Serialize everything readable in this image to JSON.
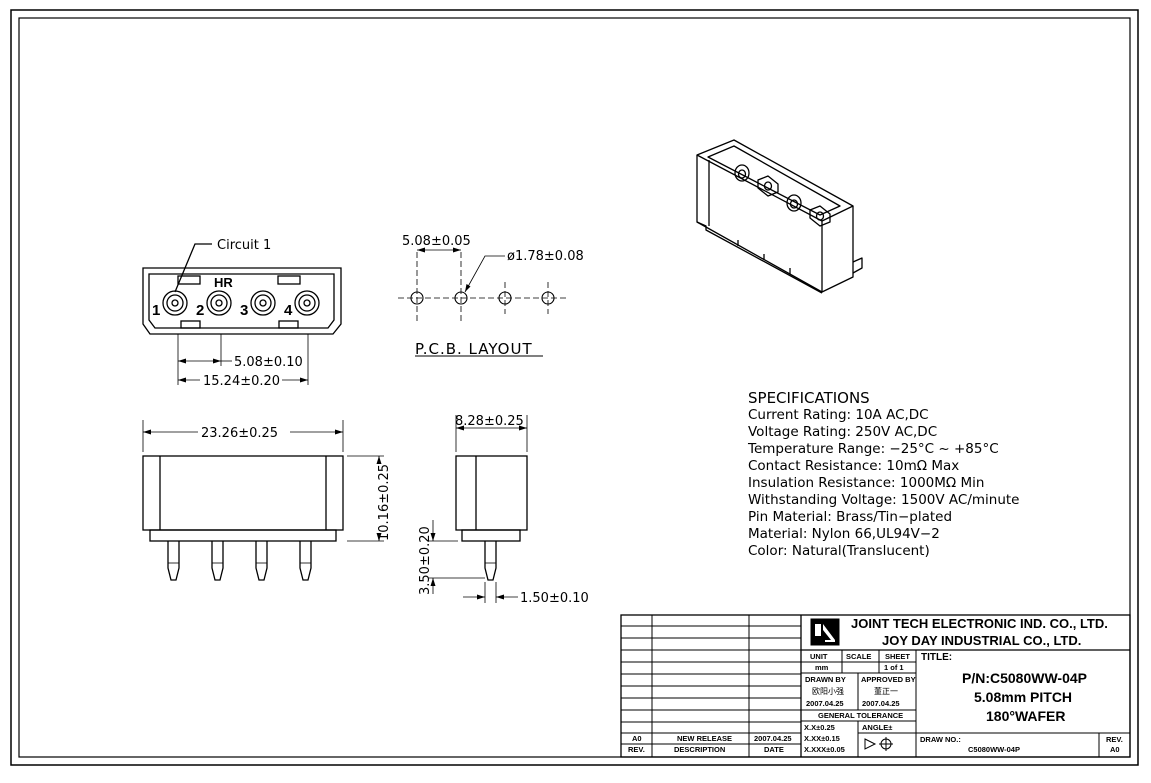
{
  "top_view": {
    "circuit_label": "Circuit 1",
    "brand": "HR",
    "pins": [
      "1",
      "2",
      "3",
      "4"
    ],
    "dim_pitch": "5.08±0.10",
    "dim_span": "15.24±0.20"
  },
  "pcb": {
    "dim_pitch": "5.08±0.05",
    "dim_hole": "ø1.78±0.08",
    "label": "P.C.B. LAYOUT"
  },
  "front_view": {
    "dim_length": "23.26±0.25",
    "dim_height": "10.16±0.25"
  },
  "side_view": {
    "dim_width": "8.28±0.25",
    "dim_pin_length": "3.50±0.20",
    "dim_pin_width": "1.50±0.10"
  },
  "specifications": {
    "title": "SPECIFICATIONS",
    "lines": [
      "Current Rating: 10A AC,DC",
      "Voltage Rating: 250V AC,DC",
      "Temperature Range: −25°C ~ +85°C",
      "Contact Resistance: 10mΩ Max",
      "Insulation Resistance: 1000MΩ Min",
      "Withstanding Voltage: 1500V AC/minute",
      "Pin Material: Brass/Tin−plated",
      "Material: Nylon 66,UL94V−2",
      "Color: Natural(Translucent)"
    ]
  },
  "title_block": {
    "company_1": "JOINT TECH ELECTRONIC IND. CO., LTD.",
    "company_2": "JOY DAY INDUSTRIAL CO., LTD.",
    "unit_label": "UNIT",
    "unit_value": "mm",
    "scale_label": "SCALE",
    "sheet_label": "SHEET",
    "sheet_value": "1 of 1",
    "title_label": "TITLE:",
    "drawn_by_label": "DRAWN BY",
    "drawn_by_name": "欧阳小强",
    "drawn_date": "2007.04.25",
    "approved_by_label": "APPROVED BY",
    "approved_by_name": "董正一",
    "approved_date": "2007.04.25",
    "general_tolerance_label": "GENERAL TOLERANCE",
    "tol_1": "X.X±0.25",
    "tol_2": "X.XX±0.15",
    "tol_3": "X.XXX±0.05",
    "angle_label": "ANGLE±",
    "part_number": "P/N:C5080WW-04P",
    "pitch": "5.08mm PITCH",
    "product": "180°WAFER",
    "drawing_no_label": "DRAW NO.:",
    "drawing_no": "C5080WW-04P",
    "rev_label": "REV.",
    "rev_value": "A0",
    "revision_row": {
      "rev": "A0",
      "description": "NEW RELEASE",
      "date": "2007.04.25"
    },
    "rev_col_label": "REV.",
    "description_col_label": "DESCRIPTION",
    "date_col_label": "DATE"
  }
}
